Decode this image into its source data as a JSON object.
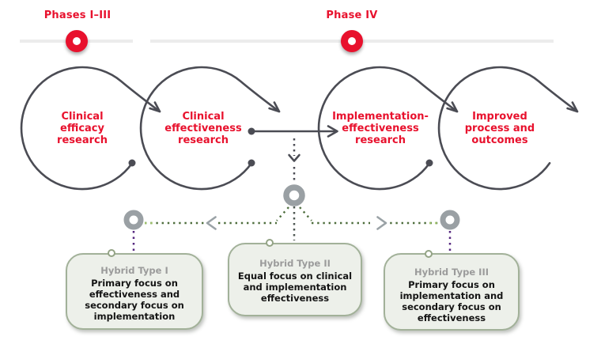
{
  "phases": {
    "phase_1_3_label": "Phases I–III",
    "phase_4_label": "Phase IV"
  },
  "loops": [
    {
      "id": "clinical-efficacy",
      "lines": [
        "Clinical",
        "efficacy",
        "research"
      ]
    },
    {
      "id": "clinical-effectiveness",
      "lines": [
        "Clinical",
        "effectiveness",
        "research"
      ]
    },
    {
      "id": "implementation-effectiveness",
      "lines": [
        "Implementation-",
        "effectiveness",
        "research"
      ]
    },
    {
      "id": "improved-outcomes",
      "lines": [
        "Improved",
        "process and",
        "outcomes"
      ]
    }
  ],
  "hybrid_boxes": [
    {
      "title": "Hybrid Type I",
      "body_lines": [
        "Primary focus on",
        "effectiveness and",
        "secondary focus on",
        "implementation"
      ]
    },
    {
      "title": "Hybrid Type II",
      "body_lines": [
        "Equal focus on clinical",
        "and implementation",
        "effectiveness"
      ]
    },
    {
      "title": "Hybrid Type III",
      "body_lines": [
        "Primary focus on",
        "implementation and",
        "secondary focus on",
        "effectiveness"
      ]
    }
  ],
  "markers": {
    "phase_marker": "red-ring-icon",
    "hub_marker": "gray-ring-icon",
    "loop_start": "dot-icon",
    "box_anchor": "small-ring-icon"
  },
  "colors": {
    "accent_red": "#e8112d",
    "loop_stroke": "#4b4c54",
    "timeline_gray": "#ececec",
    "ring_gray": "#9aa0a4",
    "dotted_green": "#4e6e3d",
    "dotted_green_light": "#9dc169",
    "dotted_purple": "#55277f",
    "box_border": "#a2b199",
    "box_fill": "#edf0ea",
    "box_title_gray": "#9b9b9b"
  }
}
